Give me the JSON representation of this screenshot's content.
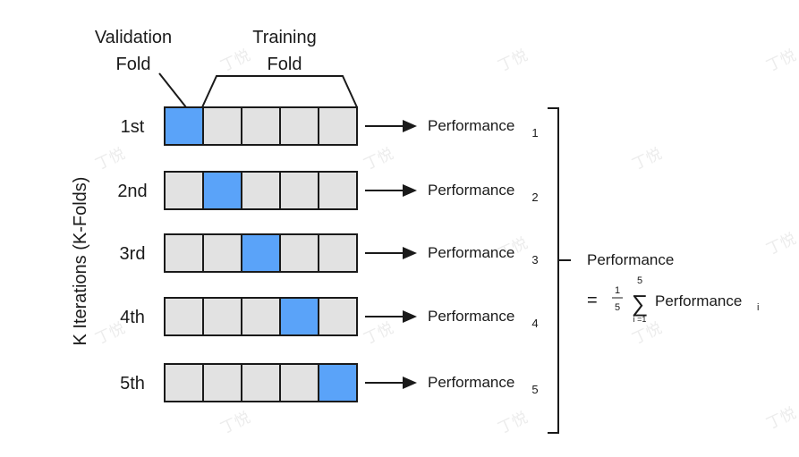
{
  "header": {
    "validation_line1": "Validation",
    "validation_line2": "Fold",
    "training_line1": "Training",
    "training_line2": "Fold"
  },
  "axis_label": "K Iterations (K-Folds)",
  "iterations": [
    {
      "label": "1st",
      "validation_index": 0,
      "result": "Performance",
      "subscript": "1"
    },
    {
      "label": "2nd",
      "validation_index": 1,
      "result": "Performance",
      "subscript": "2"
    },
    {
      "label": "3rd",
      "validation_index": 2,
      "result": "Performance",
      "subscript": "3"
    },
    {
      "label": "4th",
      "validation_index": 3,
      "result": "Performance",
      "subscript": "4"
    },
    {
      "label": "5th",
      "validation_index": 4,
      "result": "Performance",
      "subscript": "5"
    }
  ],
  "fold_count": 5,
  "summary": {
    "title": "Performance",
    "equals": "=",
    "frac_num": "1",
    "frac_den": "5",
    "sigma": "∑",
    "sum_upper": "5",
    "sum_lower": "i =1",
    "term": "Performance",
    "term_sub": "i"
  },
  "watermark": "丁悦",
  "colors": {
    "validation": "#5aa3f9",
    "training": "#e2e2e2",
    "stroke": "#1a1a1a"
  }
}
